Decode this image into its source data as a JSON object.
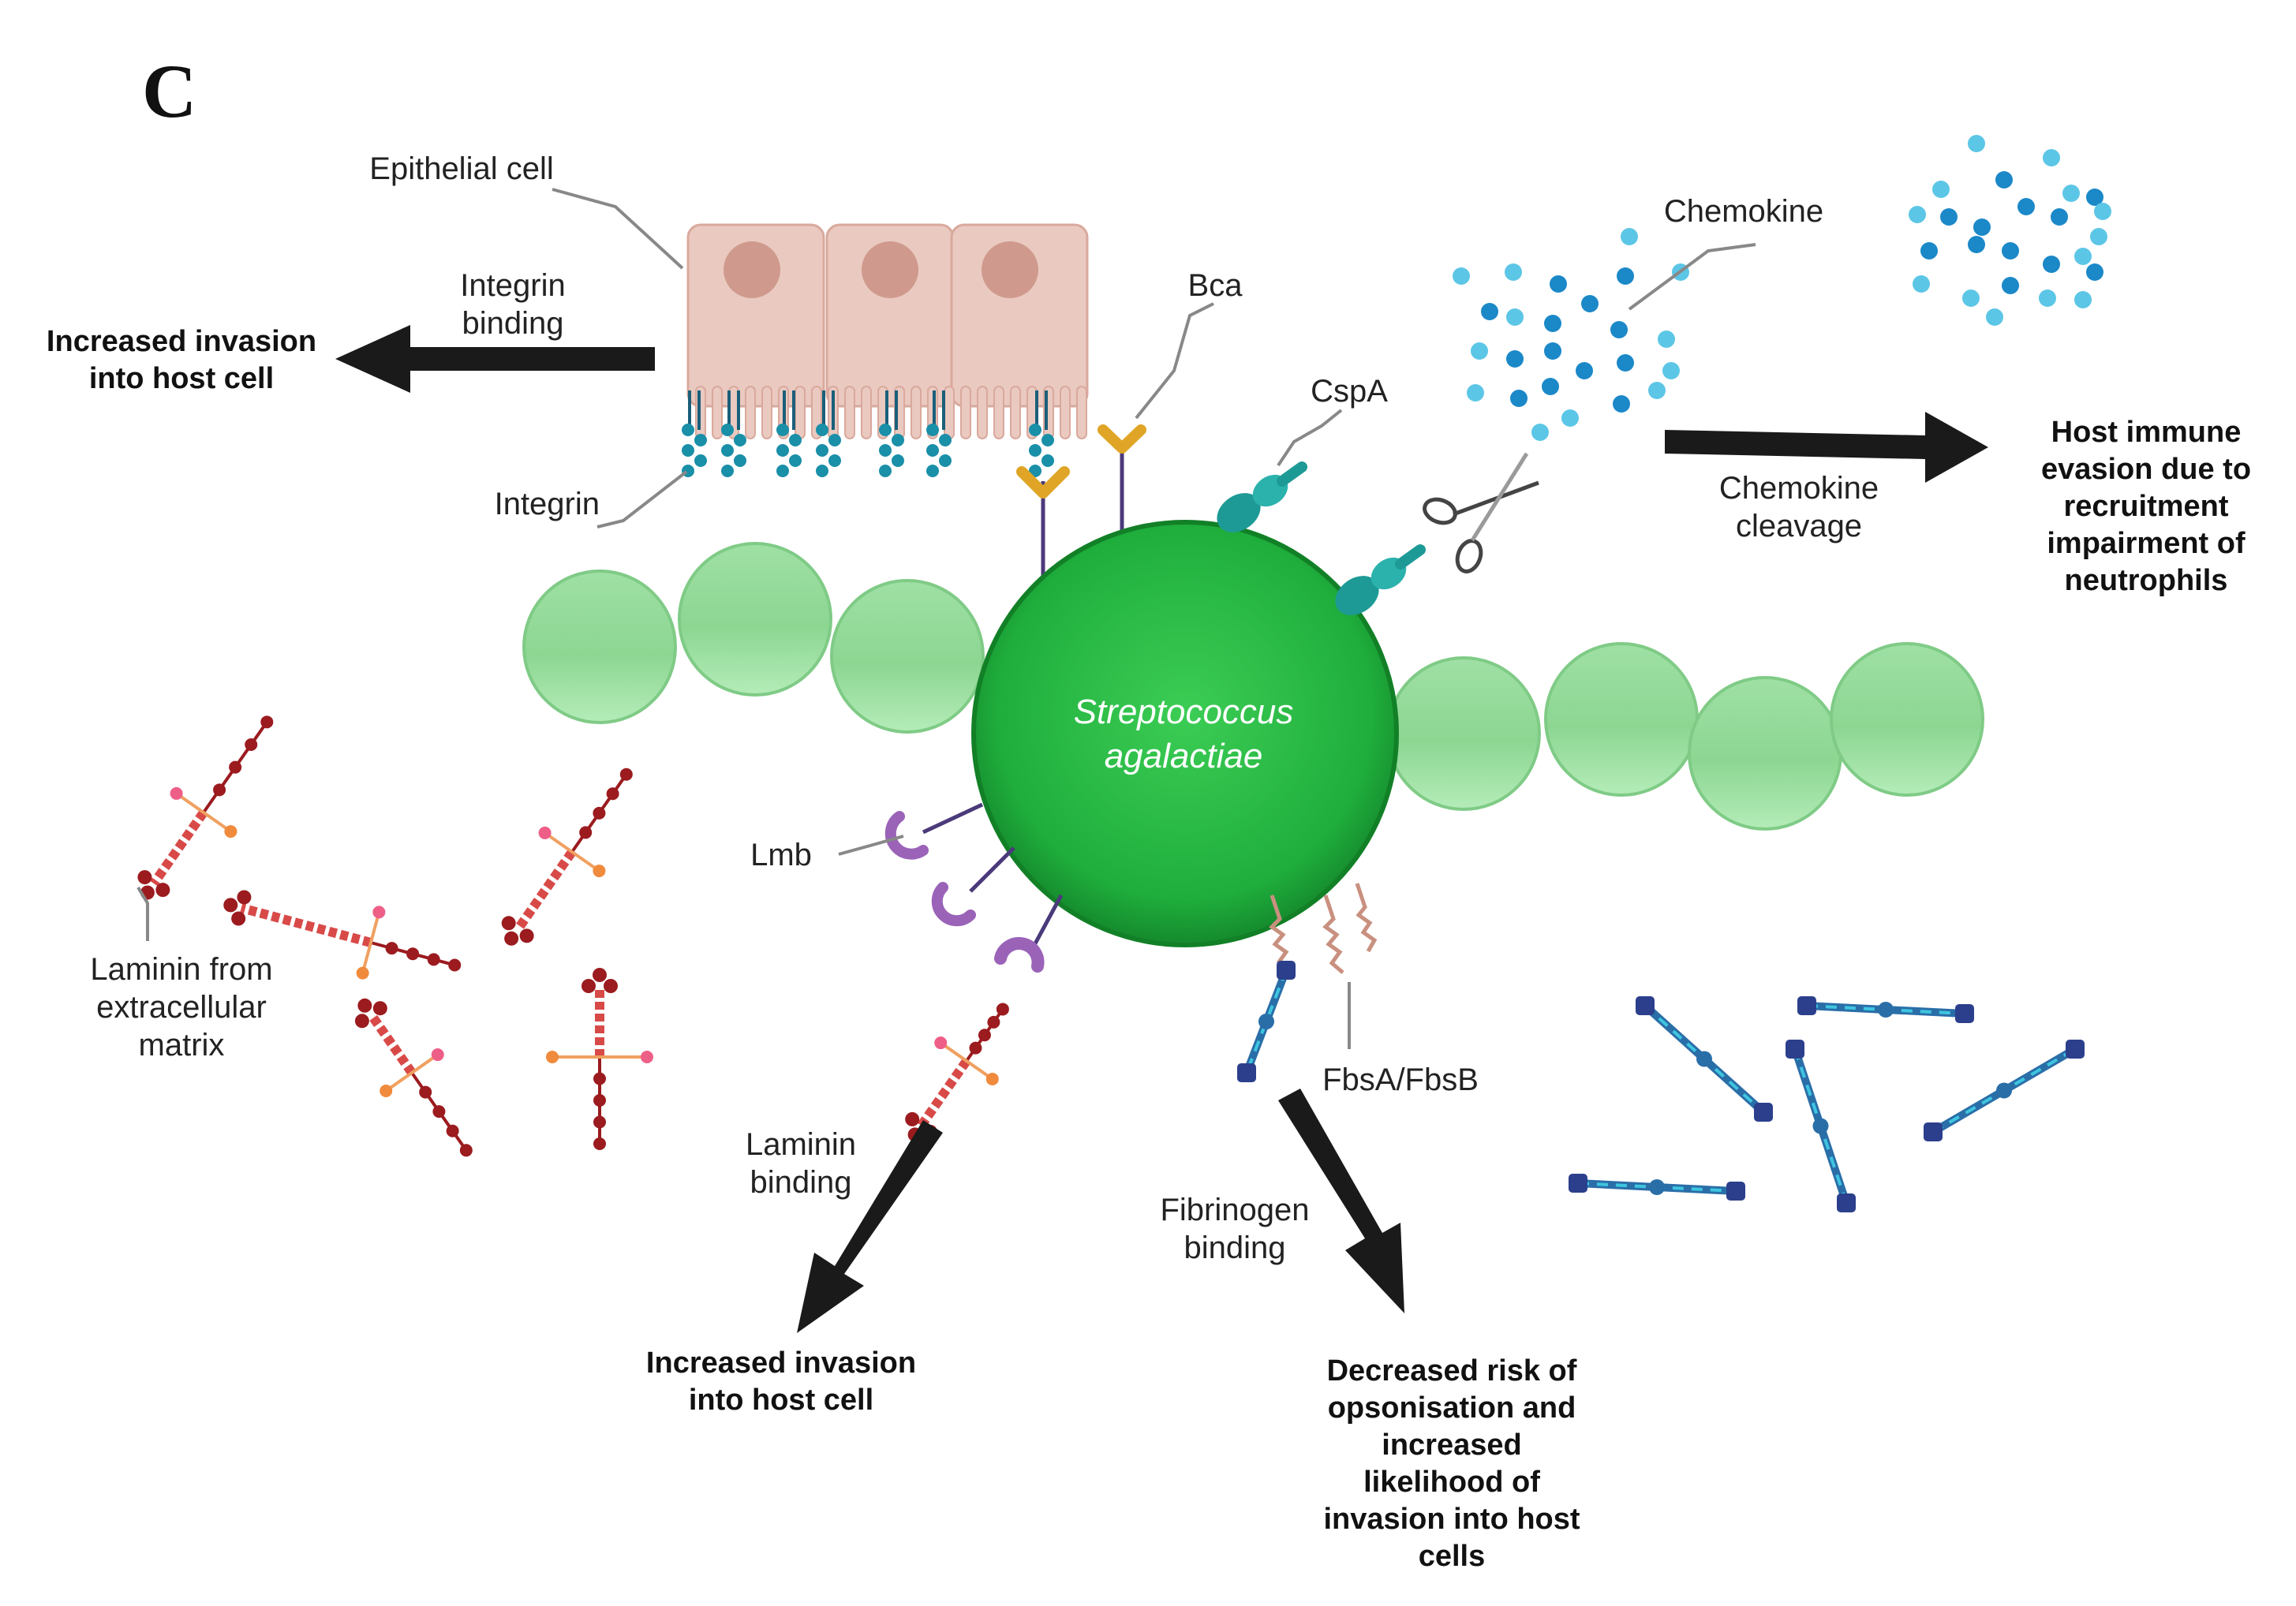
{
  "panel_letter": "C",
  "labels": {
    "epithelial_cell": "Epithelial cell",
    "integrin_binding": "Integrin\nbinding",
    "integrin": "Integrin",
    "bca": "Bca",
    "cspa": "CspA",
    "chemokine": "Chemokine",
    "chemokine_cleavage": "Chemokine\ncleavage",
    "bacterium": "Streptococcus\nagalactiae",
    "lmb": "Lmb",
    "laminin_ecm": "Laminin from\nextracellular\nmatrix",
    "laminin_binding": "Laminin\nbinding",
    "fbsa_fbsb": "FbsA/FbsB",
    "fibrinogen_binding": "Fibrinogen\nbinding"
  },
  "outcomes": {
    "integrin_outcome": "Increased invasion\ninto host cell",
    "chemokine_outcome": "Host immune\nevasion due to\nrecruitment\nimpairment of\nneutrophils",
    "laminin_outcome": "Increased invasion\ninto host cell",
    "fibrinogen_outcome": "Decreased risk of\nopsonisation and\nincreased\nlikelihood of\ninvasion into host\ncells"
  },
  "colors": {
    "bacterium": "#1fae3c",
    "chain_cell": "#8fdb95",
    "epithelium": "#eac9c0",
    "nucleus": "#cf9a8d",
    "integrin": "#1a8fa8",
    "bca": "#e0a526",
    "cspa": "#1e9a96",
    "chemokine_light": "#5cc6e6",
    "chemokine_dark": "#1b88c8",
    "lmb": "#9a63b8",
    "laminin": "#d84a48",
    "laminin_end": "#9b1b1f",
    "fibrinogen": "#2a6ea8",
    "arrow": "#1a1a1a"
  }
}
